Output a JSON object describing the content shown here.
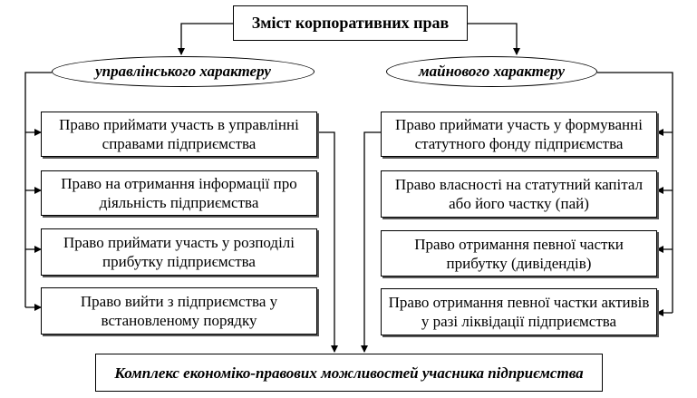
{
  "title": "Зміст корпоративних прав",
  "left_category": "управлінського характеру",
  "right_category": "майнового характеру",
  "left_items": [
    "Право приймати участь в управлінні справами підприємства",
    "Право на отримання інформації про діяльність підприємства",
    "Право приймати участь у розподілі прибутку підприємства",
    "Право вийти з підприємства у встановленому порядку"
  ],
  "right_items": [
    "Право приймати участь у формуванні статутного фонду підприємства",
    "Право власності на статутний капітал або його частку (пай)",
    "Право отримання певної частки прибутку (дивідендів)",
    "Право отримання певної частки активів у разі ліквідації підприємства"
  ],
  "result": "Комплекс економіко-правових можливостей учасника підприємства"
}
